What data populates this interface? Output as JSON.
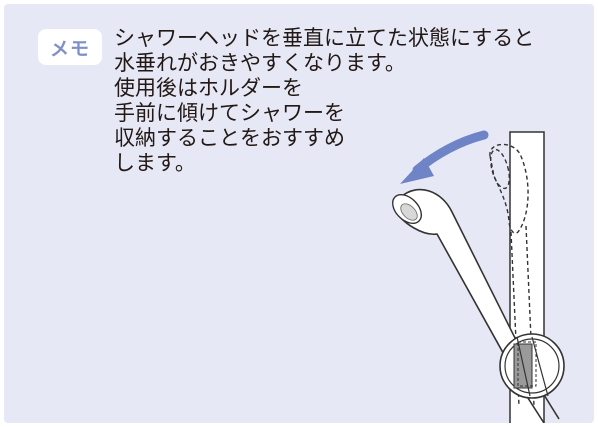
{
  "memo": {
    "badge_label": "メモ",
    "lines": [
      "シャワーヘッドを垂直に立てた状態にすると",
      "水垂れがおきやすくなります。",
      "使用後はホルダーを",
      "手前に傾けてシャワーを",
      "収納することをおすすめ",
      "します。"
    ]
  },
  "illustration": {
    "icons": [
      "shower-head-icon",
      "wall-bar-icon",
      "rotate-arrow-icon",
      "holder-magnifier-icon"
    ],
    "colors": {
      "panel_bg": "#e6e9f5",
      "arrow": "#6f84c6",
      "line": "#333333",
      "badge_text": "#7f8fc9"
    }
  }
}
